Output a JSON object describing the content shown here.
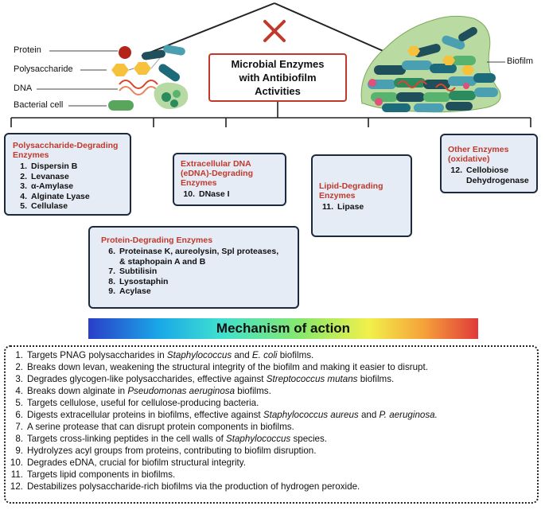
{
  "legend": {
    "protein": "Protein",
    "polysaccharide": "Polysaccharide",
    "dna": "DNA",
    "bacterial_cell": "Bacterial cell"
  },
  "title_lines": [
    "Microbial Enzymes",
    "with Antibiofilm",
    "Activities"
  ],
  "biofilm_label": "Biofilm",
  "colors": {
    "category_title": "#c0392b",
    "box_fill": "#e6ecf6",
    "box_border": "#1c2a3e",
    "cross": "#c0392b"
  },
  "categories": [
    {
      "title_lines": [
        "Polysaccharide-Degrading",
        "Enzymes"
      ],
      "items": [
        {
          "n": "1.",
          "text": "Dispersin B"
        },
        {
          "n": "2.",
          "text": "Levanase"
        },
        {
          "n": "3.",
          "text": "α-Amylase"
        },
        {
          "n": "4.",
          "text": "Alginate Lyase"
        },
        {
          "n": "5.",
          "text": "Cellulase"
        }
      ]
    },
    {
      "title_lines": [
        "Extracellular DNA",
        "(eDNA)-Degrading",
        "Enzymes"
      ],
      "items": [
        {
          "n": "10.",
          "text": "DNase I"
        }
      ]
    },
    {
      "title_lines": [
        "Lipid-Degrading",
        "Enzymes"
      ],
      "items": [
        {
          "n": "11.",
          "text": "Lipase"
        }
      ]
    },
    {
      "title_lines": [
        "Other Enzymes",
        "(oxidative)"
      ],
      "items": [
        {
          "n": "12.",
          "text": "Cellobiose"
        },
        {
          "n": "",
          "text": "Dehydrogenase"
        }
      ]
    },
    {
      "title_lines": [
        "Protein-Degrading Enzymes"
      ],
      "items": [
        {
          "n": "6.",
          "text": "Proteinase K, aureolysin, Spl proteases,"
        },
        {
          "n": "",
          "text": "& staphopain A and B"
        },
        {
          "n": "7.",
          "text": "Subtilisin"
        },
        {
          "n": "8.",
          "text": "Lysostaphin"
        },
        {
          "n": "9.",
          "text": "Acylase"
        }
      ]
    }
  ],
  "mechanism_title": "Mechanism of action",
  "mechanisms": [
    {
      "n": "1.",
      "parts": [
        {
          "t": "Targets PNAG polysaccharides in "
        },
        {
          "t": "Staphylococcus",
          "i": true
        },
        {
          "t": " and "
        },
        {
          "t": "E. coli",
          "i": true
        },
        {
          "t": " biofilms."
        }
      ]
    },
    {
      "n": "2.",
      "parts": [
        {
          "t": "Breaks down levan, weakening the structural integrity of the biofilm and making it easier to disrupt."
        }
      ]
    },
    {
      "n": "3.",
      "parts": [
        {
          "t": "Degrades glycogen-like polysaccharides, effective against "
        },
        {
          "t": "Streptococcus mutans",
          "i": true
        },
        {
          "t": " biofilms."
        }
      ]
    },
    {
      "n": "4.",
      "parts": [
        {
          "t": "Breaks down alginate in "
        },
        {
          "t": "Pseudomonas aeruginosa",
          "i": true
        },
        {
          "t": " biofilms."
        }
      ]
    },
    {
      "n": "5.",
      "parts": [
        {
          "t": "Targets cellulose, useful for cellulose-producing bacteria."
        }
      ]
    },
    {
      "n": "6.",
      "parts": [
        {
          "t": "Digests extracellular proteins in biofilms, effective against "
        },
        {
          "t": "Staphylococcus aureus",
          "i": true
        },
        {
          "t": " and "
        },
        {
          "t": "P. aeruginosa.",
          "i": true
        }
      ]
    },
    {
      "n": "7.",
      "parts": [
        {
          "t": "A serine protease that can disrupt protein components in biofilms."
        }
      ]
    },
    {
      "n": "8.",
      "parts": [
        {
          "t": "Targets cross-linking peptides in the cell walls of "
        },
        {
          "t": "Staphylococcus",
          "i": true
        },
        {
          "t": " species."
        }
      ]
    },
    {
      "n": "9.",
      "parts": [
        {
          "t": "Hydrolyzes acyl groups from proteins, contributing to biofilm disruption."
        }
      ]
    },
    {
      "n": "10.",
      "parts": [
        {
          "t": "Degrades eDNA, crucial for biofilm structural integrity."
        }
      ]
    },
    {
      "n": "11.",
      "parts": [
        {
          "t": "Targets lipid components in biofilms."
        }
      ]
    },
    {
      "n": "12.",
      "parts": [
        {
          "t": "Destabilizes polysaccharide-rich biofilms via the production of hydrogen peroxide."
        }
      ]
    }
  ]
}
